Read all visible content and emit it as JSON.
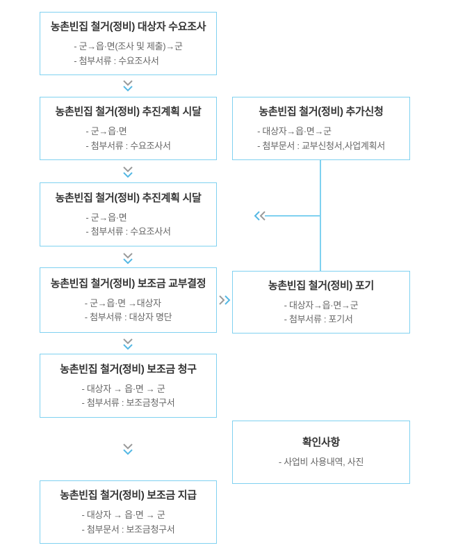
{
  "palette": {
    "box_border": "#7fd1f0",
    "connector_line": "#7fd1f0",
    "arrow_blue": "#55b8e4",
    "arrow_gray": "#9a9a9a",
    "title_text": "#333333",
    "body_text": "#666666",
    "background": "#ffffff"
  },
  "icons": {
    "down_arrow": "chevron-double-down-icon",
    "right_arrow": "chevron-double-right-icon",
    "left_arrow": "chevron-double-left-icon"
  },
  "boxes": {
    "demand_survey": {
      "title": "농촌빈집 철거(정비) 대상자 수요조사",
      "lines": [
        "- 군→읍·면(조사 및 제출)→군",
        "- 첨부서류 : 수요조사서"
      ]
    },
    "plan_notice_1": {
      "title": "농촌빈집 철거(정비) 추진계획 시달",
      "lines": [
        "- 군→읍·면",
        "- 첨부서류 : 수요조사서"
      ]
    },
    "plan_notice_2": {
      "title": "농촌빈집 철거(정비) 추진계획 시달",
      "lines": [
        "- 군→읍·면",
        "- 첨부서류 : 수요조사서"
      ]
    },
    "grant_decision": {
      "title": "농촌빈집 철거(정비) 보조금 교부결정",
      "lines": [
        "- 군→읍·면 →대상자",
        "- 첨부서류 : 대상자 명단"
      ]
    },
    "subsidy_claim": {
      "title": "농촌빈집 철거(정비) 보조금 청구",
      "lines": [
        "- 대상자 → 읍·면 → 군",
        "- 첨부서류 : 보조금청구서"
      ]
    },
    "subsidy_payment": {
      "title": "농촌빈집 철거(정비) 보조금 지급",
      "lines": [
        "- 대상자 → 읍·면 → 군",
        "- 첨부문서 : 보조금청구서"
      ]
    },
    "extra_application": {
      "title": "농촌빈집 철거(정비) 추가신청",
      "lines": [
        "- 대상자→읍·면→군",
        "- 첨부문서 : 교부신청서,사업계획서"
      ]
    },
    "withdrawal": {
      "title": "농촌빈집 철거(정비) 포기",
      "lines": [
        "- 대상자→읍·면→군",
        "- 첨부서류 : 포기서"
      ]
    },
    "confirmation": {
      "title": "확인사항",
      "lines": [
        "- 사업비 사용내역, 사진"
      ]
    }
  }
}
